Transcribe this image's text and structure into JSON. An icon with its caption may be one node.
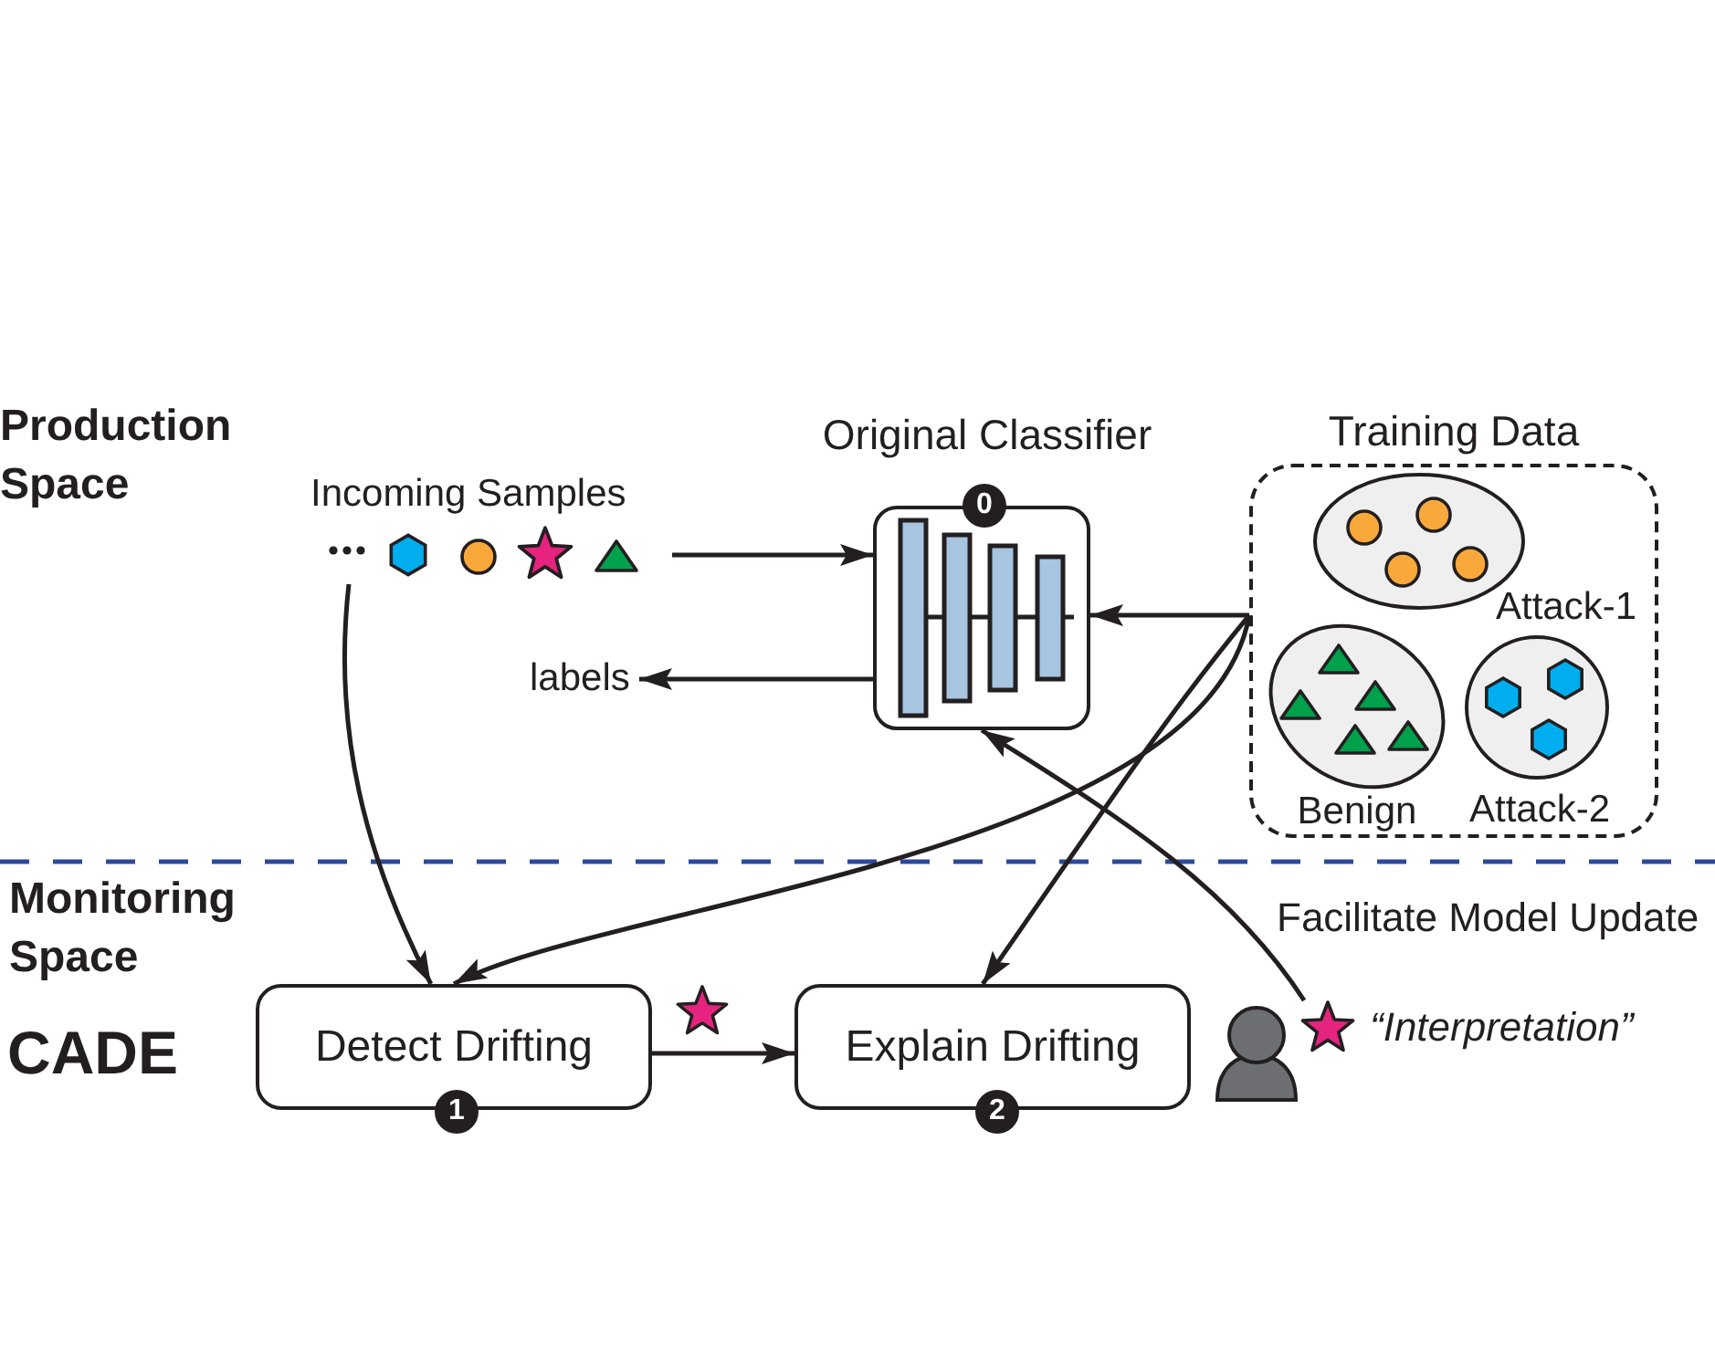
{
  "diagram": {
    "nodes": [
      {
        "text": [
          "Incoming Samples"
        ]
      },
      {
        "text": [
          "Original Classifier",
          "0"
        ]
      },
      {
        "text": [
          "Training Data"
        ]
      },
      {
        "text": [
          "Attack-1"
        ],
        "in": 2
      },
      {
        "text": [
          "Benign"
        ],
        "in": 2
      },
      {
        "text": [
          "Attack-2"
        ],
        "in": 2
      },
      {
        "text": [
          "labels"
        ]
      },
      {
        "text": [
          "Detect Drifting",
          "1"
        ]
      },
      {
        "text": [
          "Explain Drifting",
          "2"
        ]
      },
      {
        "text": [],
        "shape": "person"
      },
      {
        "text": [
          "“Interpretation”"
        ]
      }
    ],
    "edges": [
      {
        "from": 0,
        "to": 1,
        "arrow": "to"
      },
      {
        "from": 1,
        "to": 6,
        "arrow": "to"
      },
      {
        "from": 2,
        "to": 1,
        "arrow": "to"
      },
      {
        "from": 0,
        "to": 7,
        "arrow": "to"
      },
      {
        "from": 2,
        "to": 7,
        "arrow": "to"
      },
      {
        "from": 2,
        "to": 8,
        "arrow": "to"
      },
      {
        "from": 7,
        "to": 8,
        "arrow": "to"
      },
      {
        "from": 10,
        "to": 1,
        "arrow": "to",
        "label": "Facilitate Model Update"
      }
    ],
    "labels": [
      "Production Space",
      "Monitoring Space",
      "CADE"
    ]
  }
}
